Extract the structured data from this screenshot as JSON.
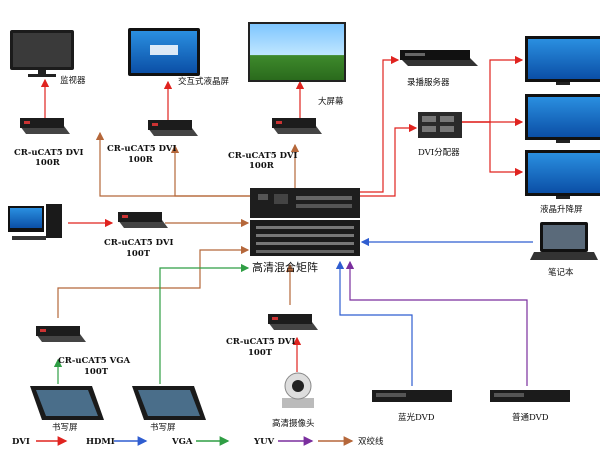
{
  "colors": {
    "DVI": "#e0231f",
    "HDMI": "#2f5dd0",
    "VGA": "#2f9e44",
    "YUV": "#7a2e9e",
    "twisted": "#b5673a"
  },
  "nodes": {
    "monitor": "监视器",
    "interactive_lcd": "交互式液晶屏",
    "big_screen": "大屏幕",
    "recording_server": "录播服务器",
    "dvi_splitter": "DVI分配器",
    "lcd_lift": "液晶升降屏",
    "laptop": "笔记本",
    "matrix": "高清混合矩阵",
    "hd_camera": "高清摄像头",
    "bluray_dvd": "蓝光DVD",
    "normal_dvd": "普通DVD",
    "writing_screen_1": "书写屏",
    "writing_screen_2": "书写屏"
  },
  "extenders": {
    "r1": {
      "line1": "CR-uCAT5 DVI",
      "line2": "100R"
    },
    "r2": {
      "line1": "CR-uCAT5 DVI",
      "line2": "100R"
    },
    "r3": {
      "line1": "CR-uCAT5 DVI",
      "line2": "100R"
    },
    "t_pc": {
      "line1": "CR-uCAT5 DVI",
      "line2": "100T"
    },
    "t_vga": {
      "line1": "CR-uCAT5 VGA",
      "line2": "100T"
    },
    "t_cam": {
      "line1": "CR-uCAT5 DVI",
      "line2": "100T"
    }
  },
  "legend": [
    {
      "label": "DVI",
      "color": "#e0231f"
    },
    {
      "label": "HDMI",
      "color": "#2f5dd0"
    },
    {
      "label": "VGA",
      "color": "#2f9e44"
    },
    {
      "label": "YUV",
      "color": "#7a2e9e"
    },
    {
      "label": "双绞线",
      "color": "#b5673a"
    }
  ]
}
